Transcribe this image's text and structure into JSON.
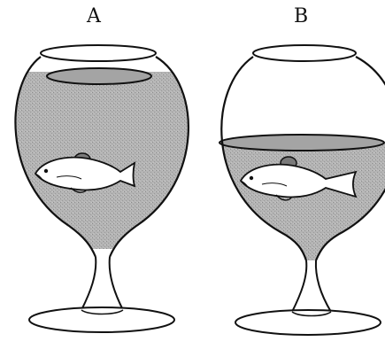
{
  "labels": {
    "a": "A",
    "b": "B"
  },
  "colors": {
    "stroke": "#111111",
    "water": "#b2b2b2",
    "water_dark": "#8e8e8e",
    "fish_body": "#ffffff",
    "background": "#ffffff"
  },
  "glasses": [
    {
      "id": "A",
      "water_level": "high"
    },
    {
      "id": "B",
      "water_level": "low"
    }
  ]
}
